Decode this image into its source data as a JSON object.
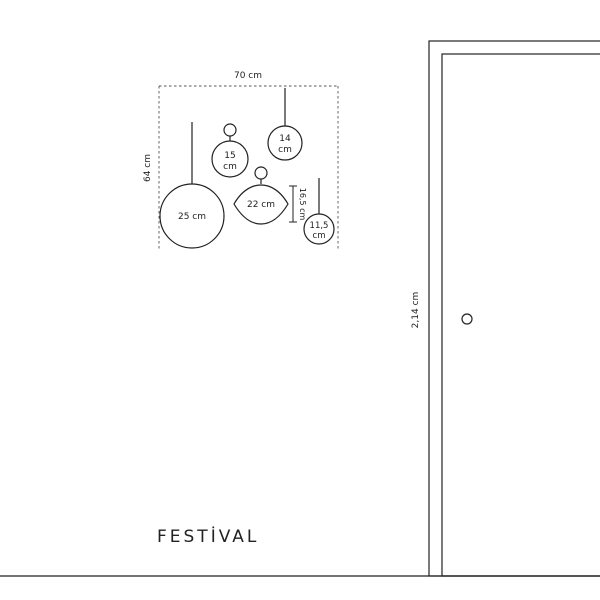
{
  "dimensions": {
    "width": "70 cm",
    "height": "64 cm",
    "door_height": "2,14 cm",
    "lip_height": "16,5 cm"
  },
  "ornaments": [
    {
      "id": "25cm",
      "line1": "25 cm",
      "line2": ""
    },
    {
      "id": "15cm",
      "line1": "15",
      "line2": "cm"
    },
    {
      "id": "14cm",
      "line1": "14",
      "line2": "cm"
    },
    {
      "id": "22cm",
      "line1": "22 cm",
      "line2": ""
    },
    {
      "id": "115cm",
      "line1": "11,5",
      "line2": "cm"
    }
  ],
  "brand": "FESTİVAL"
}
